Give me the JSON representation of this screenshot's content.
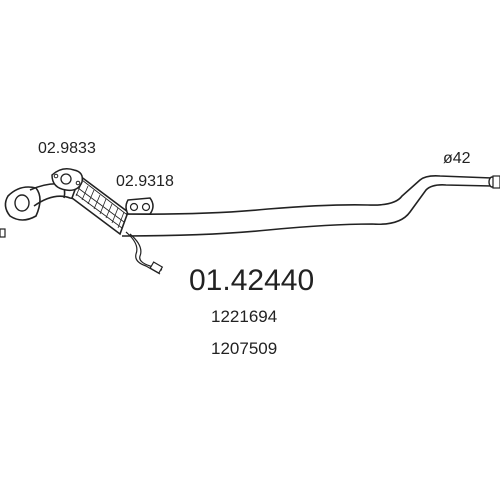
{
  "diagram": {
    "part_number": "01.42440",
    "oem_references": [
      "1221694",
      "1207509"
    ],
    "components": {
      "flange_gasket": "02.9833",
      "rubber_hanger": "02.9318"
    },
    "outlet_diameter": "ø42"
  },
  "colors": {
    "line": "#222222",
    "background": "#ffffff"
  }
}
